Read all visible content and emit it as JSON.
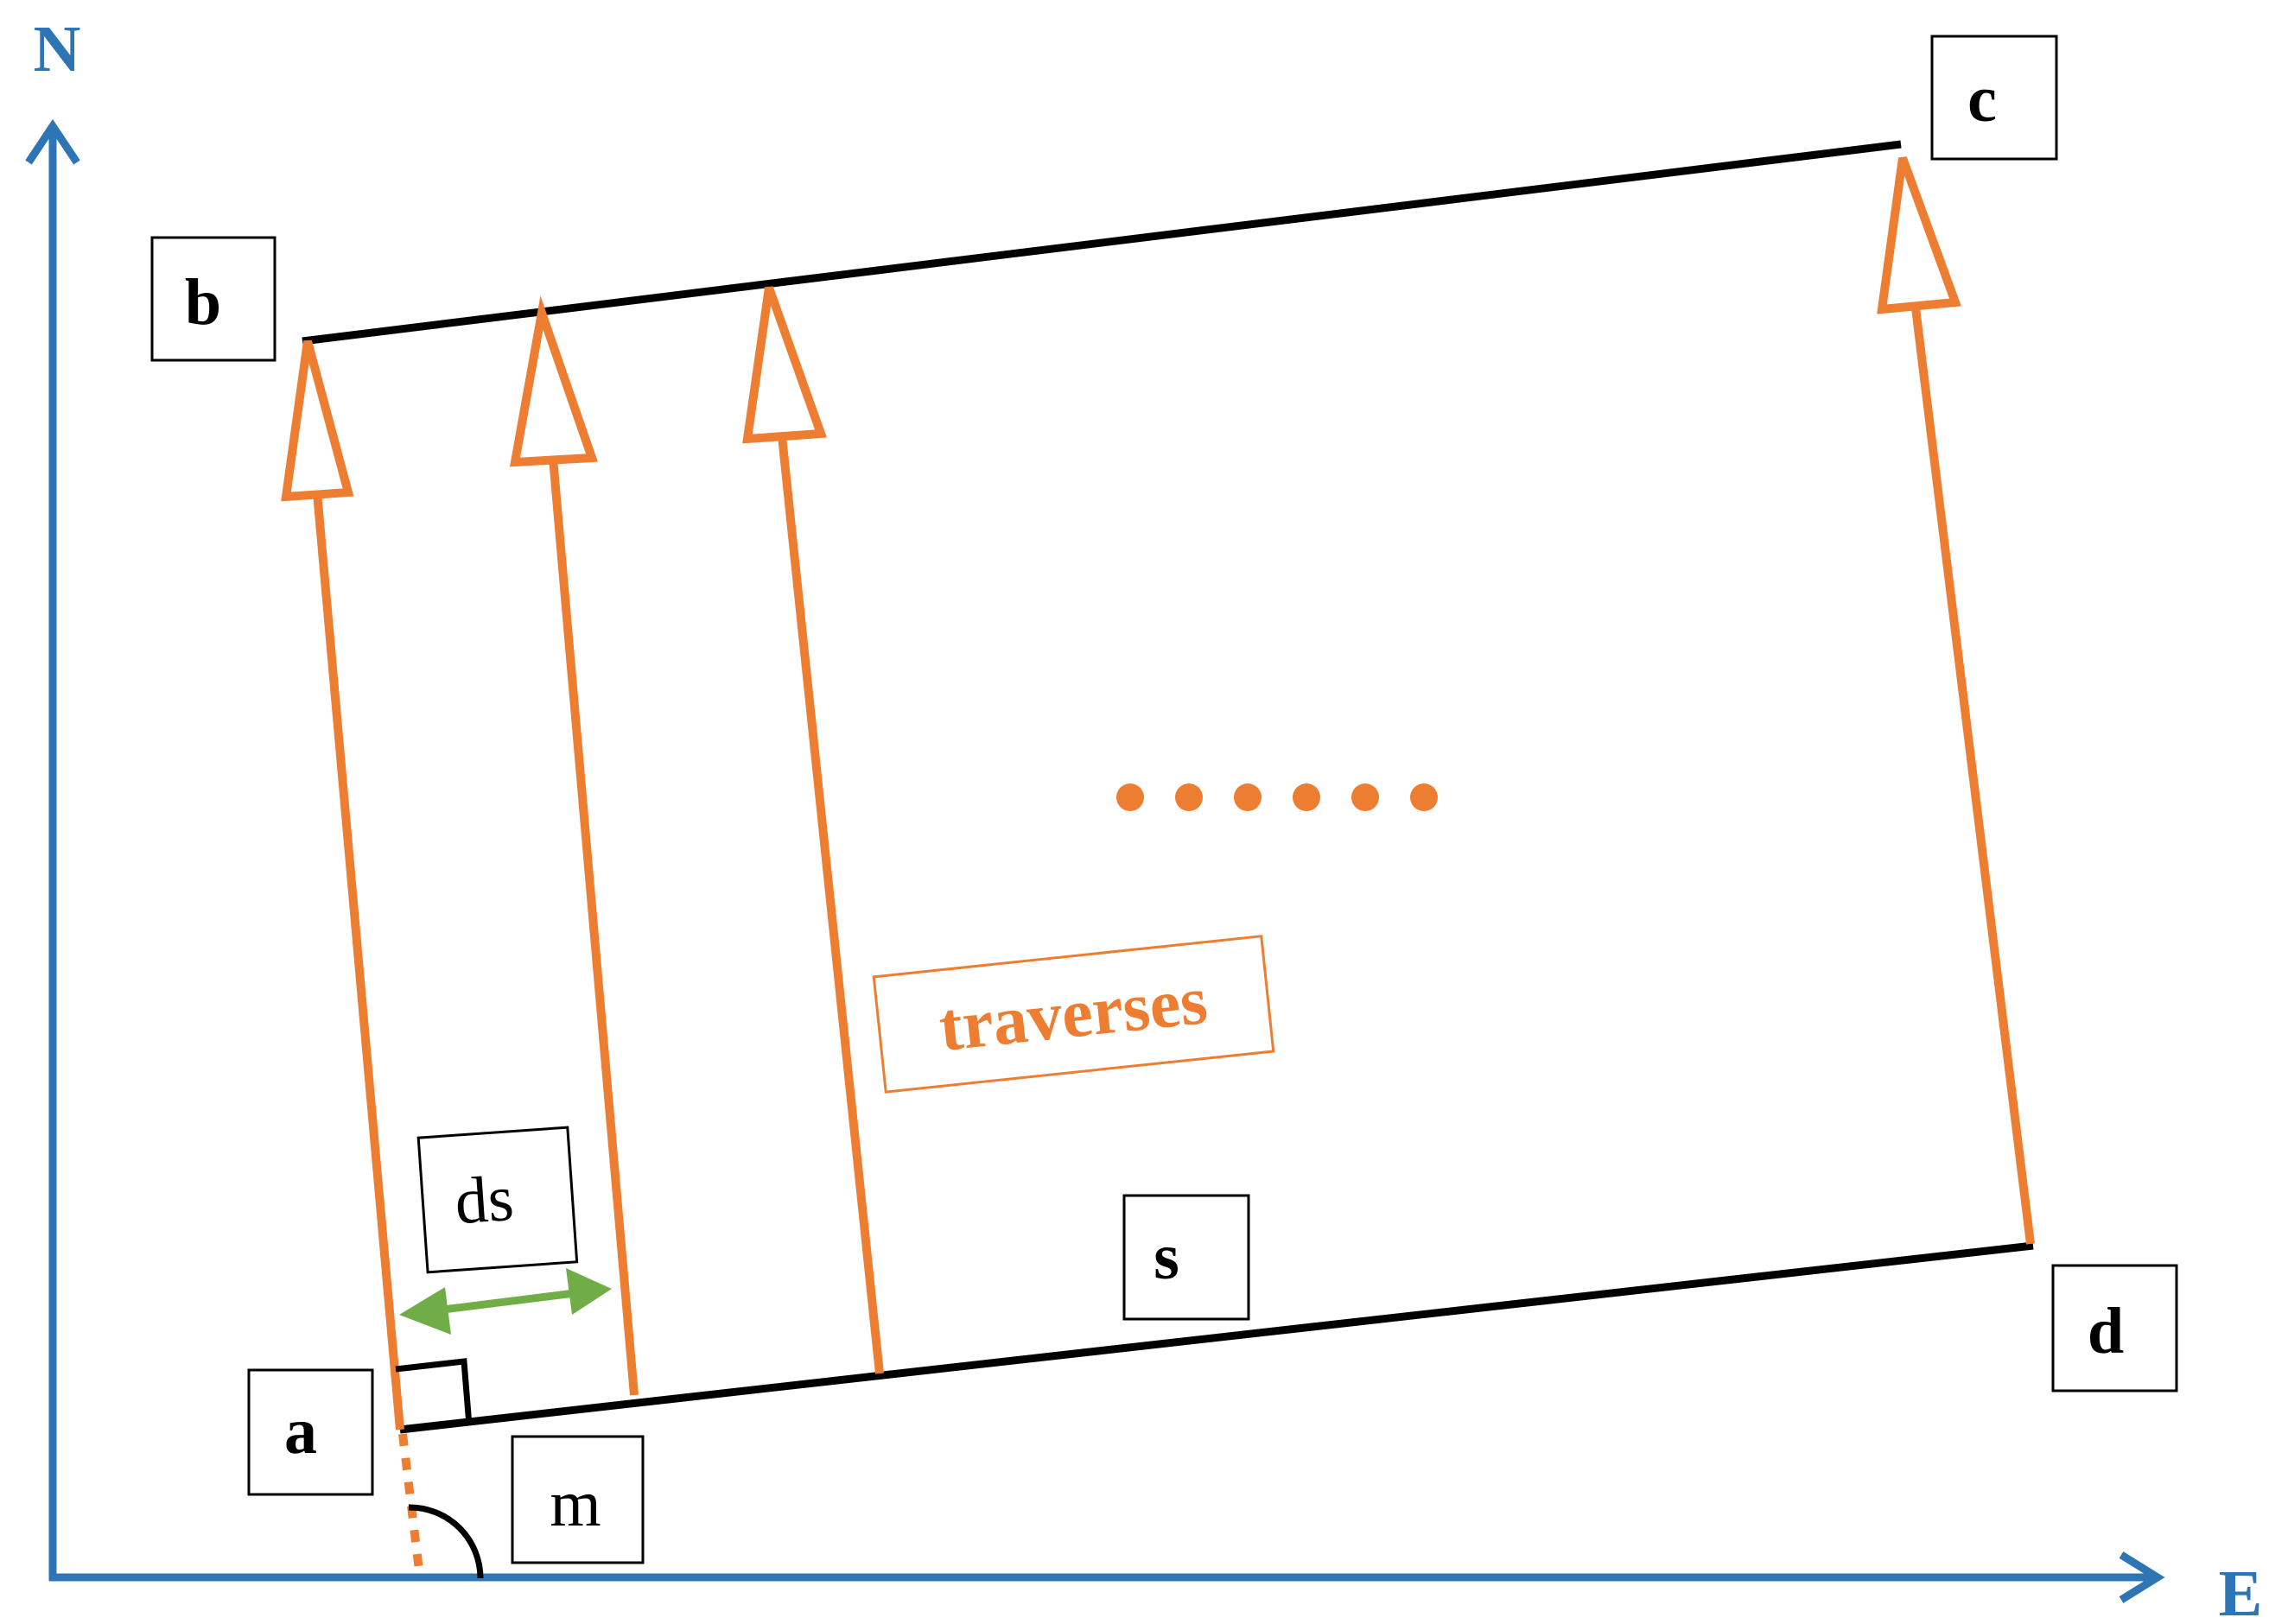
{
  "axes": {
    "north_label": "N",
    "east_label": "E"
  },
  "points": {
    "a": "a",
    "b": "b",
    "c": "c",
    "d": "d"
  },
  "labels": {
    "ds": "ds",
    "s": "s",
    "m": "m",
    "traverses": "traverses"
  },
  "colors": {
    "axis": "#2e75b6",
    "traverse": "#ed7d31",
    "spacing_arrow": "#70ad47",
    "boundary": "#000000"
  }
}
